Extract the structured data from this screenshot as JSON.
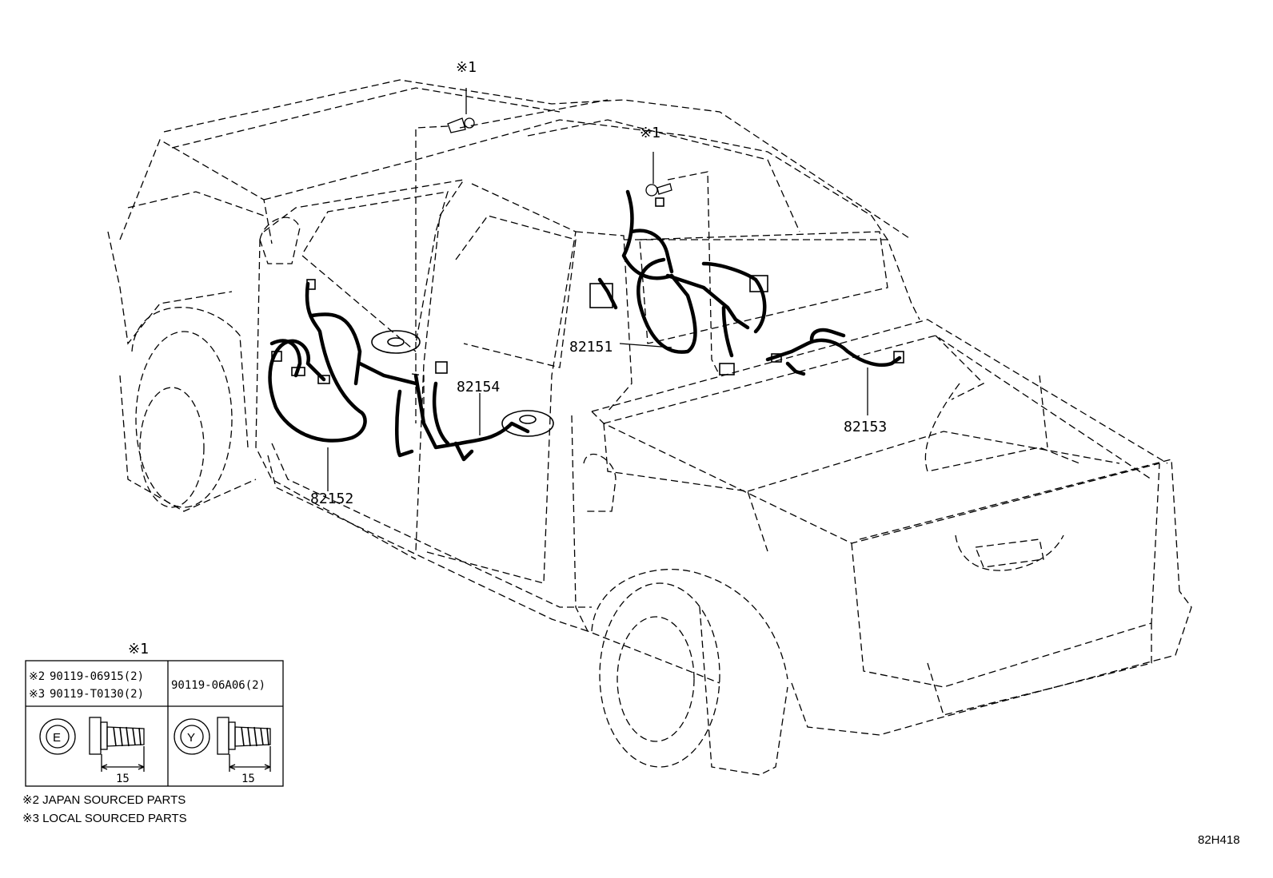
{
  "diagram": {
    "callouts": {
      "bolt_top_ref": "※1",
      "bolt_mid_ref": "※1",
      "part_82151": "82151",
      "part_82152": "82152",
      "part_82153": "82153",
      "part_82154": "82154"
    },
    "legend": {
      "ref": "※1",
      "left_col": {
        "row1_mark": "※2",
        "row1_part": "90119-06915(2)",
        "row2_mark": "※3",
        "row2_part": "90119-T0130(2)",
        "head_letter": "E",
        "dimension": "15"
      },
      "right_col": {
        "part": "90119-06A06(2)",
        "head_letter": "Y",
        "dimension": "15"
      }
    },
    "notes": [
      "※2  JAPAN SOURCED PARTS",
      "※3  LOCAL SOURCED PARTS"
    ],
    "drawing_code": "82H418"
  }
}
